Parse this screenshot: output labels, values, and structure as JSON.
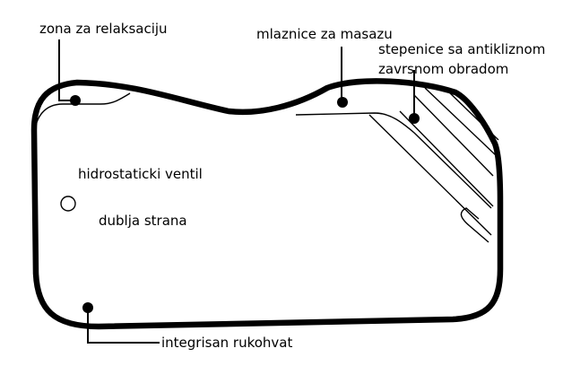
{
  "colors": {
    "outline": "#000000",
    "background": "#ffffff"
  },
  "labels": {
    "relaxation_zone": "zona za relaksaciju",
    "massage_jets": "mlaznice za masazu",
    "steps_line1": "stepenice sa antikliznom",
    "steps_line2": "zavrsnom obradom",
    "hydrostatic_valve": "hidrostaticki ventil",
    "deep_end": "dublja strana",
    "integrated_handrail": "integrisan rukohvat"
  }
}
